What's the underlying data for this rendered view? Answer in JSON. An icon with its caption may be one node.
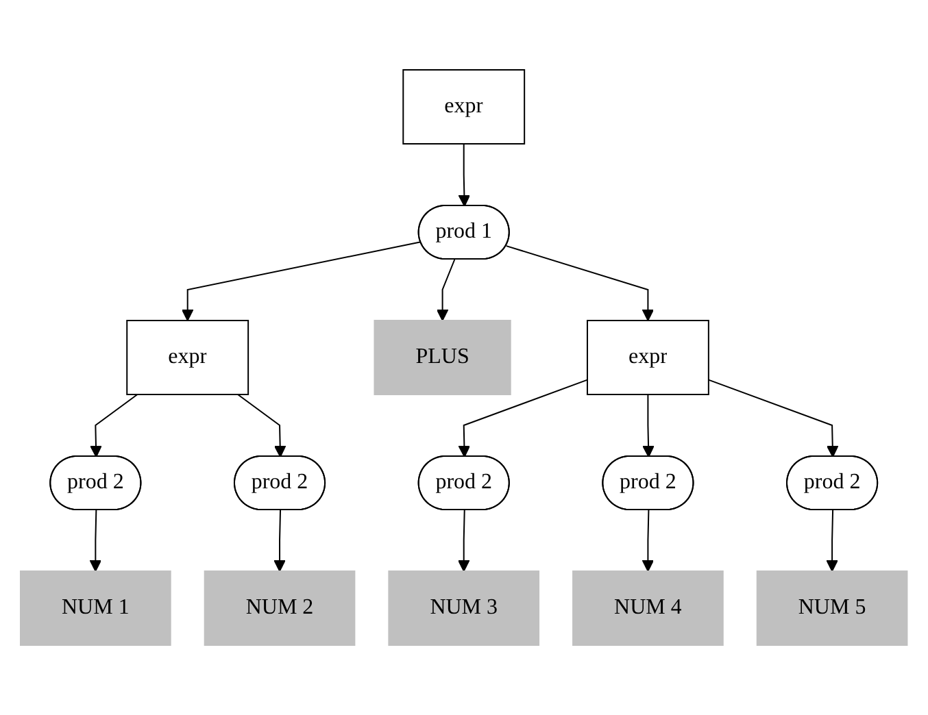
{
  "diagram": {
    "nodes": [
      {
        "text": [
          "expr"
        ]
      },
      {
        "text": [
          "prod 1"
        ]
      },
      {
        "text": [
          "expr"
        ]
      },
      {
        "text": [
          "PLUS"
        ]
      },
      {
        "text": [
          "expr"
        ]
      },
      {
        "text": [
          "prod 2"
        ]
      },
      {
        "text": [
          "prod 2"
        ]
      },
      {
        "text": [
          "prod 2"
        ]
      },
      {
        "text": [
          "prod 2"
        ]
      },
      {
        "text": [
          "prod 2"
        ]
      },
      {
        "text": [
          "NUM 1"
        ]
      },
      {
        "text": [
          "NUM 2"
        ]
      },
      {
        "text": [
          "NUM 3"
        ]
      },
      {
        "text": [
          "NUM 4"
        ]
      },
      {
        "text": [
          "NUM 5"
        ]
      }
    ],
    "edges": [
      {
        "from": 0,
        "to": 1,
        "arrow": "to"
      },
      {
        "from": 1,
        "to": 2,
        "arrow": "to"
      },
      {
        "from": 1,
        "to": 3,
        "arrow": "to"
      },
      {
        "from": 1,
        "to": 4,
        "arrow": "to"
      },
      {
        "from": 2,
        "to": 5,
        "arrow": "to"
      },
      {
        "from": 2,
        "to": 6,
        "arrow": "to"
      },
      {
        "from": 4,
        "to": 7,
        "arrow": "to"
      },
      {
        "from": 4,
        "to": 8,
        "arrow": "to"
      },
      {
        "from": 4,
        "to": 9,
        "arrow": "to"
      },
      {
        "from": 5,
        "to": 10,
        "arrow": "to"
      },
      {
        "from": 6,
        "to": 11,
        "arrow": "to"
      },
      {
        "from": 7,
        "to": 12,
        "arrow": "to"
      },
      {
        "from": 8,
        "to": 13,
        "arrow": "to"
      },
      {
        "from": 9,
        "to": 14,
        "arrow": "to"
      }
    ]
  }
}
